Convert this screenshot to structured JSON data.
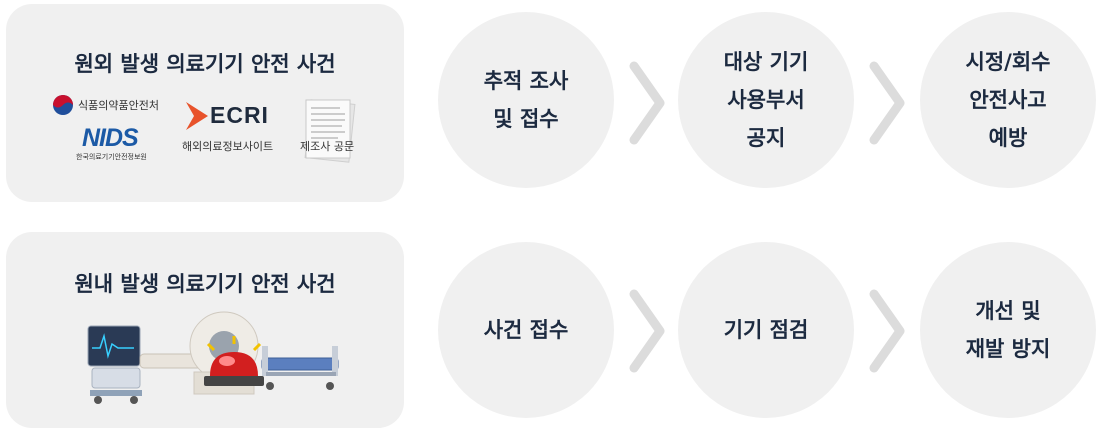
{
  "row1": {
    "panel_title": "원외 발생 의료기기 안전 사건",
    "sources": {
      "mfds": "식품의약품안전처",
      "nids_logo": "NIDS",
      "nids_sub": "한국의료기기안전정보원",
      "ecri_logo": "ECRI",
      "ecri_caption": "해외의료정보사이트",
      "doc_caption": "제조사 공문"
    },
    "steps": [
      "추적 조사\n및 접수",
      "대상 기기\n사용부서\n공지",
      "시정/회수\n안전사고\n예방"
    ]
  },
  "row2": {
    "panel_title": "원내 발생 의료기기 안전 사건",
    "steps": [
      "사건 접수",
      "기기 점검",
      "개선 및\n재발 방지"
    ]
  },
  "colors": {
    "panel_bg": "#f0f0f0",
    "text": "#1c2a40",
    "chevron": "#dcdcdc",
    "mfds_red": "#c8102e",
    "mfds_blue": "#1f4e9b",
    "nids_blue": "#1c5aa6",
    "ecri_orange": "#e8532b",
    "alarm_red": "#d21f1f"
  }
}
